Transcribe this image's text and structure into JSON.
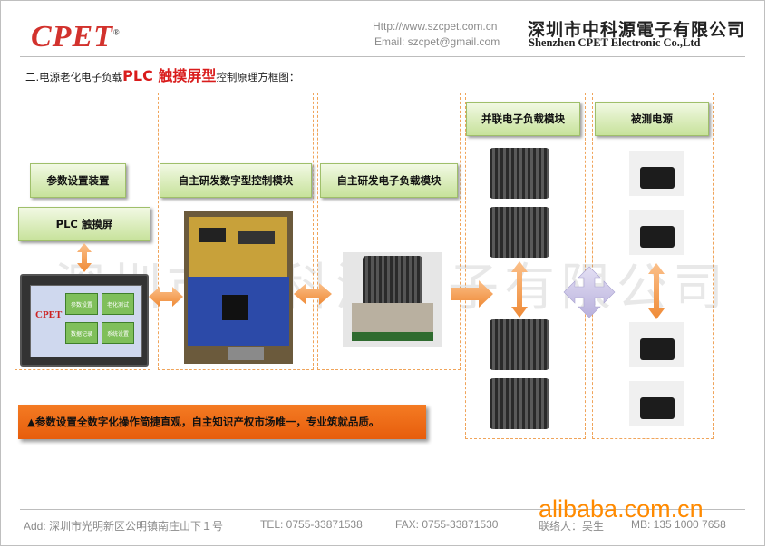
{
  "header": {
    "logo_text": "CPET",
    "logo_mark": "®",
    "url": "Http://www.szcpet.com.cn",
    "email": "Email: szcpet@gmail.com",
    "company_cn": "深圳市中科源電子有限公司",
    "company_en": "Shenzhen CPET Electronic Co.,Ltd"
  },
  "title": {
    "prefix": "二.电源老化电子负载",
    "highlight": "PLC 触摸屏型",
    "suffix": "控制原理方框图："
  },
  "blocks": {
    "param_device": "参数设置装置",
    "plc": "PLC 触摸屏",
    "digital_ctrl": "自主研发数字型控制模块",
    "load_module": "自主研发电子负载模块",
    "parallel_load": "并联电子负载模块",
    "dut_power": "被测电源"
  },
  "screen": {
    "brand": "CPET",
    "btn1": "参数设置",
    "btn2": "老化测试",
    "btn3": "数据记录",
    "btn4": "系统设置"
  },
  "watermark": "深圳市中科源电子有限公司",
  "banner": "▲参数设置全数字化操作简捷直观，自主知识产权市场唯一，专业筑就品质。",
  "footer": {
    "address": "Add:  深圳市光明新区公明镇南庄山下１号",
    "tel": "TEL: 0755-33871538",
    "fax": "FAX: 0755-33871530",
    "contact": "联络人：吴生",
    "mobile": "MB: 135 1000 7658",
    "site": "alibaba.com.cn"
  },
  "colors": {
    "accent_red": "#d91c1c",
    "arrow_orange": "#f39a4b",
    "box_green": "#c7e29b",
    "banner_orange": "#f47b23",
    "alibaba_orange": "#ff8a00",
    "cross_purple": "#c9c3e6"
  }
}
